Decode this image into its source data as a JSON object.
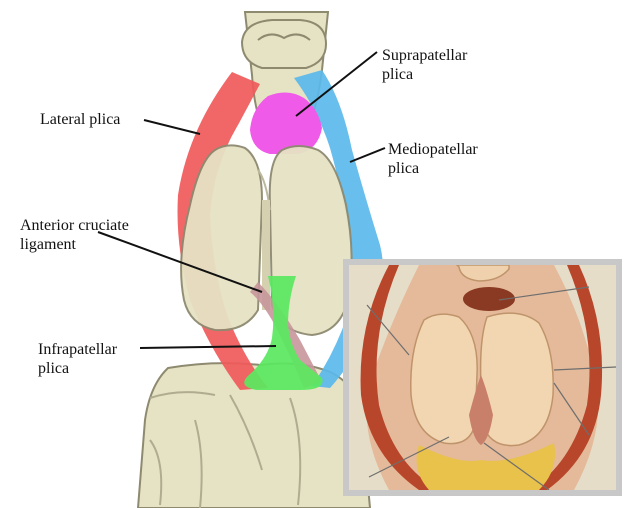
{
  "labels": {
    "suprapatellar": {
      "line1": "Suprapatellar",
      "line2": "plica"
    },
    "lateral": {
      "line1": "Lateral plica"
    },
    "mediopatellar": {
      "line1": "Mediopatellar",
      "line2": "plica"
    },
    "acl": {
      "line1": "Anterior cruciate",
      "line2": "ligament"
    },
    "infrapatellar": {
      "line1": "Infrapatellar",
      "line2": "plica"
    }
  },
  "colors": {
    "lateral_plica": "#f05a5a",
    "mediopatellar_plica": "#5bb8ea",
    "suprapatellar_plica": "#f05ae8",
    "infrapatellar_plica": "#5ae860",
    "bone": "#e6e2c4",
    "bone_outline": "#8e8a70",
    "inset_frame": "#c8c8c8"
  }
}
